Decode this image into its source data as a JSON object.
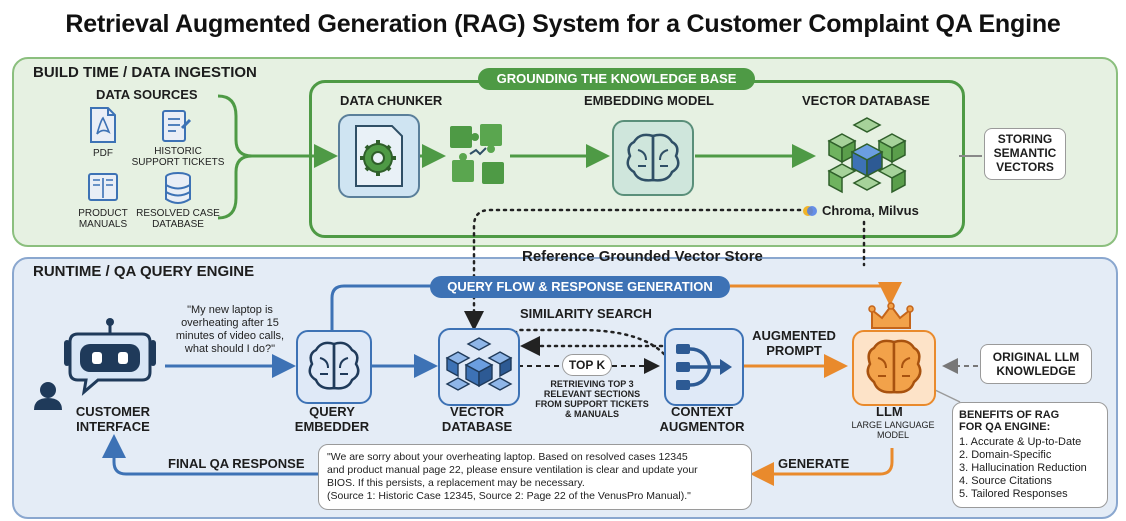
{
  "title": "Retrieval Augmented Generation (RAG) System for a Customer Complaint QA Engine",
  "build": {
    "section_label": "BUILD TIME / DATA INGESTION",
    "data_sources_label": "DATA SOURCES",
    "sources": {
      "pdf": "PDF",
      "tickets": "HISTORIC\nSUPPORT TICKETS",
      "manuals": "PRODUCT\nMANUALS",
      "cases": "RESOLVED CASE\nDATABASE"
    },
    "grounding_label": "GROUNDING THE KNOWLEDGE BASE",
    "chunker_label": "DATA CHUNKER",
    "embedding_label": "EMBEDDING MODEL",
    "vectordb_label": "VECTOR DATABASE",
    "vectordb_tools": "Chroma, Milvus",
    "storing_label": "STORING\nSEMANTIC\nVECTORS"
  },
  "reference_label": "Reference Grounded Vector Store",
  "runtime": {
    "section_label": "RUNTIME / QA QUERY ENGINE",
    "query_flow_label": "QUERY FLOW & RESPONSE GENERATION",
    "user_query": "\"My new laptop is\noverheating after 15\nminutes of video calls,\nwhat should I do?\"",
    "customer_label": "CUSTOMER\nINTERFACE",
    "embedder_label": "QUERY\nEMBEDDER",
    "vectordb_label": "VECTOR\nDATABASE",
    "similarity_label": "SIMILARITY SEARCH",
    "topk_label": "TOP K",
    "retrieving_label": "RETRIEVING TOP 3\nRELEVANT SECTIONS\nFROM SUPPORT TICKETS\n& MANUALS",
    "augmentor_label": "CONTEXT\nAUGMENTOR",
    "augmented_label": "AUGMENTED\nPROMPT",
    "llm_label": "LLM",
    "llm_sub": "LARGE LANGUAGE\nMODEL",
    "original_label": "ORIGINAL LLM\nKNOWLEDGE",
    "generate_label": "GENERATE",
    "final_label": "FINAL QA RESPONSE",
    "response_text": "\"We are sorry about your overheating laptop. Based on resolved cases 12345\nand product manual page 22, please ensure ventilation is clear and update your\nBIOS. If this persists, a replacement may be necessary.\n(Source 1: Historic Case 12345, Source 2: Page 22 of the VenusPro Manual).\"",
    "benefits_title": "BENEFITS OF RAG\nFOR QA ENGINE:",
    "benefits": [
      "1. Accurate & Up-to-Date",
      "2. Domain-Specific",
      "3. Hallucination Reduction",
      "4. Source Citations",
      "5. Tailored Responses"
    ]
  },
  "colors": {
    "green_accent": "#4e9a45",
    "blue_accent": "#3d72b5",
    "orange_accent": "#e98a2c",
    "build_bg": "#e6f1e2",
    "runtime_bg": "#e4ecf6"
  }
}
